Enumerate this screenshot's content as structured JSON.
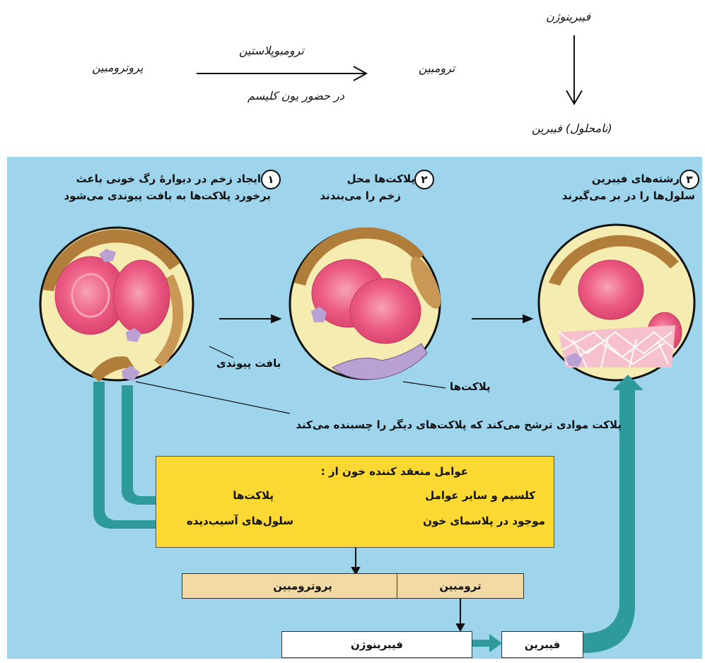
{
  "top_reaction": {
    "prothrombin": "پروترومبین",
    "enzyme": "ترومبوپلاستین",
    "condition": "در حضور یون کلیسم",
    "thrombin": "ترومبین",
    "fibrinogen": "فیبرینوژن",
    "fibrin": "(نامحلول) فیبرین"
  },
  "steps": [
    {
      "number": "۱",
      "line1": "ایجاد زخم در دیوارهٔ رگ خونی باعث",
      "line2": "برخورد پلاکت‌ها به بافت پیوندی می‌شود"
    },
    {
      "number": "۲",
      "line1": "پلاکت‌ها محل",
      "line2": "زخم را می‌بندند"
    },
    {
      "number": "۳",
      "line1": "رشته‌های  فیبرین",
      "line2": "سلول‌ها را در بر می‌گیرند"
    }
  ],
  "labels": {
    "connective_tissue": "بافت پیوندی",
    "platelets": "پلاکت‌ها",
    "platelet_release": "پلاکت موادی ترشح می‌کند که پلاکت‌های دیگر را چسبنده می‌کند"
  },
  "factors_box": {
    "title": "عوامل منعقد کننده خون از :",
    "left_1": "پلاکت‌ها",
    "left_2": "سلول‌های آسیب‌دیده",
    "right_1": "کلسیم و سایر عوامل",
    "right_2": "موجود در پلاسمای خون"
  },
  "flow": {
    "prothrombin": "پروترومبین",
    "thrombin": "ترومبین",
    "fibrinogen": "فیبرینوژن",
    "fibrin": "فیبرین"
  },
  "colors": {
    "panel": "#9ed5ec",
    "teal_arrow": "#2f9a9a",
    "factor_box": "#fcd832",
    "tan_box": "#f3d9a4",
    "rbc": "#ec5b84",
    "platelet": "#b9a2d3",
    "vessel_wall": "#b07e3a"
  }
}
